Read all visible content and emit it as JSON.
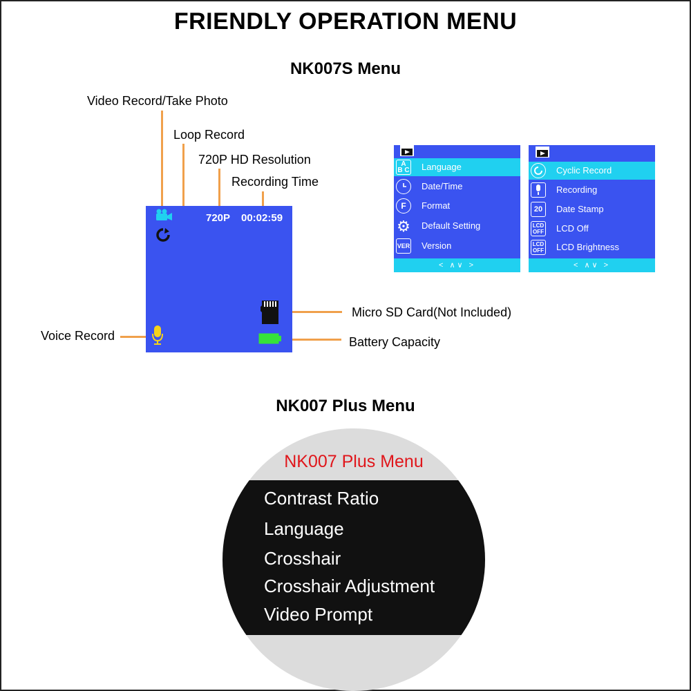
{
  "title": "FRIENDLY OPERATION MENU",
  "nk007s": {
    "heading": "NK007S Menu",
    "callouts": {
      "video_record": "Video Record/Take Photo",
      "loop_record": "Loop Record",
      "resolution": "720P HD Resolution",
      "recording_time": "Recording Time",
      "micro_sd": "Micro SD Card(Not Included)",
      "battery": "Battery Capacity",
      "voice_record": "Voice Record"
    },
    "screen": {
      "resolution": "720P",
      "time": "00:02:59"
    },
    "menu1": {
      "items": [
        {
          "icon": "A B C",
          "label": "Language"
        },
        {
          "icon": "clock",
          "label": "Date/Time"
        },
        {
          "icon": "F",
          "label": "Format"
        },
        {
          "icon": "gear",
          "label": "Default Setting"
        },
        {
          "icon": "VER",
          "label": "Version"
        }
      ],
      "nav": "< ∧∨ >"
    },
    "menu2": {
      "items": [
        {
          "icon": "cycle",
          "label": "Cyclic Record"
        },
        {
          "icon": "mic",
          "label": "Recording"
        },
        {
          "icon": "20",
          "label": "Date Stamp"
        },
        {
          "icon": "LCD OFF",
          "label": "LCD Off"
        },
        {
          "icon": "LCD OFF",
          "label": "LCD Brightness"
        }
      ],
      "nav": "< ∧∨ >"
    }
  },
  "nk007plus": {
    "heading": "NK007 Plus Menu",
    "circle_title": "NK007 Plus Menu",
    "items": [
      "Contrast Ratio",
      "Language",
      "Crosshair",
      "Crosshair Adjustment",
      "Video Prompt"
    ]
  },
  "colors": {
    "screen_blue": "#3a53f0",
    "highlight_cyan": "#20d0f0",
    "callout_orange": "#f0a04b",
    "plus_title_red": "#e0161b"
  }
}
